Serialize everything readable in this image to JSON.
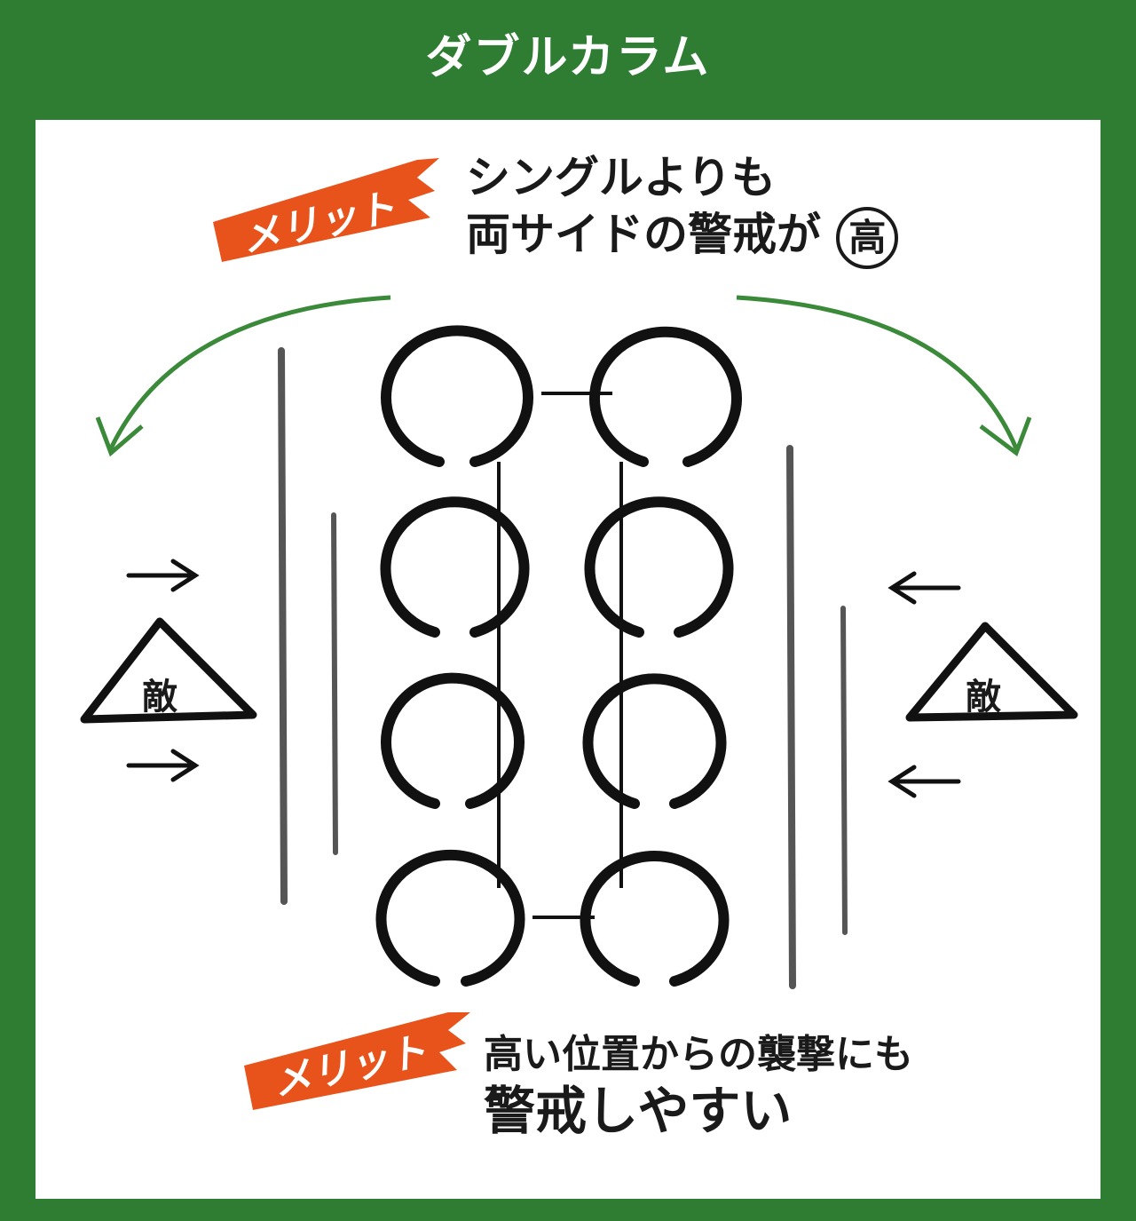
{
  "title": "ダブルカラム",
  "merit_label": "メリット",
  "top_text": {
    "line1": "シングルよりも",
    "line2": "両サイドの警戒が",
    "circled": "高"
  },
  "bottom_text": {
    "line1": "高い位置からの襲撃にも",
    "line2": "警戒しやすい"
  },
  "enemy_label": "敵",
  "colors": {
    "background": "#2e7d33",
    "accent": "#e8531c",
    "arrow_green": "#3a8a3a"
  }
}
